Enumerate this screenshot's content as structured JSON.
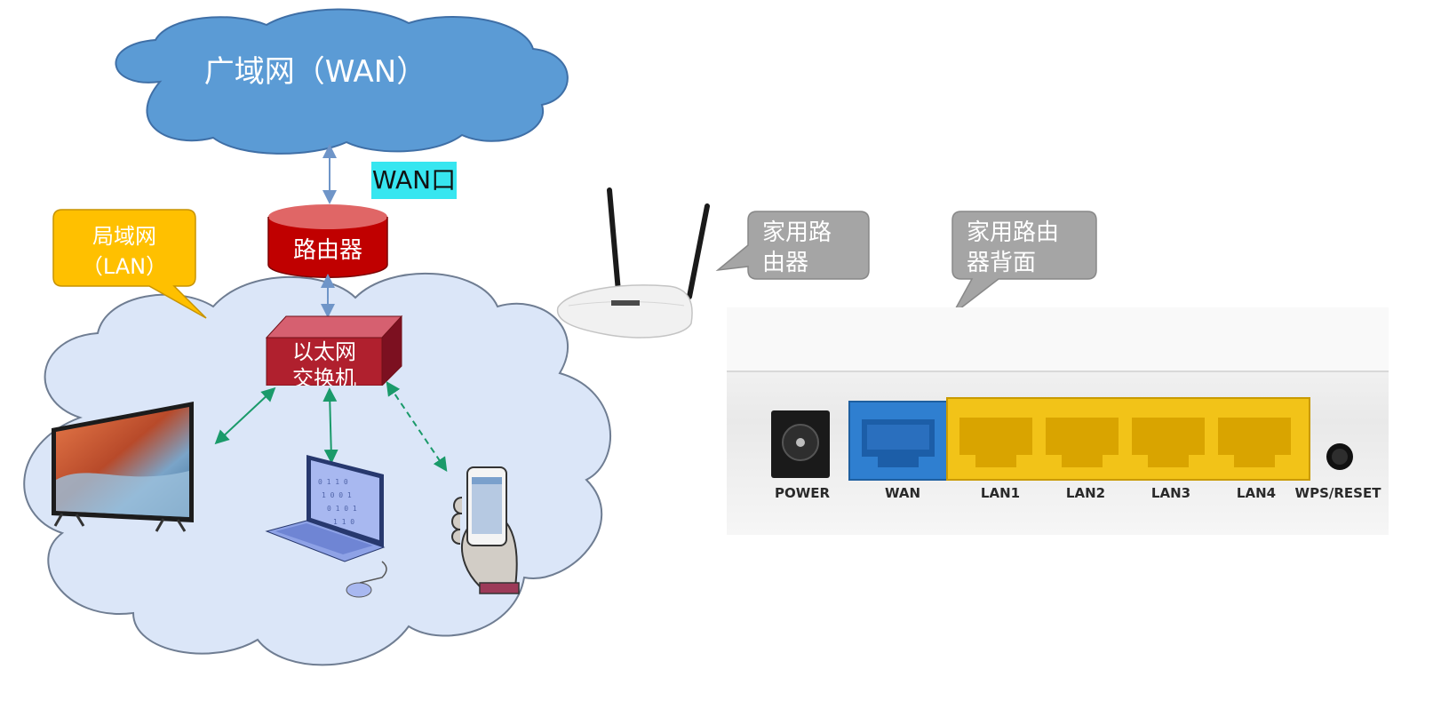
{
  "wan_cloud": {
    "label": "广域网（WAN）",
    "color": "#5b9bd5"
  },
  "wan_port_tag": {
    "label": "WAN口",
    "color": "#37e6f0"
  },
  "router_node": {
    "label": "路由器",
    "color": "#c00000"
  },
  "lan_callout": {
    "line1": "局域网",
    "line2": "（LAN）",
    "color": "#ffc000"
  },
  "switch_node": {
    "line1": "以太网",
    "line2": "交换机",
    "color": "#b0202e"
  },
  "lan_cloud": {
    "color": "#dbe6f8"
  },
  "home_router_callout": {
    "line1": "家用路",
    "line2": "由器",
    "color": "#a5a5a5"
  },
  "router_back_callout": {
    "line1": "家用路由",
    "line2": "器背面",
    "color": "#a5a5a5"
  },
  "router_back_ports": [
    "POWER",
    "WAN",
    "LAN1",
    "LAN2",
    "LAN3",
    "LAN4",
    "WPS/RESET"
  ],
  "port_colors": {
    "wan": "#2f7fd0",
    "lan": "#f2c318"
  },
  "link_color": "#1a9a6a"
}
